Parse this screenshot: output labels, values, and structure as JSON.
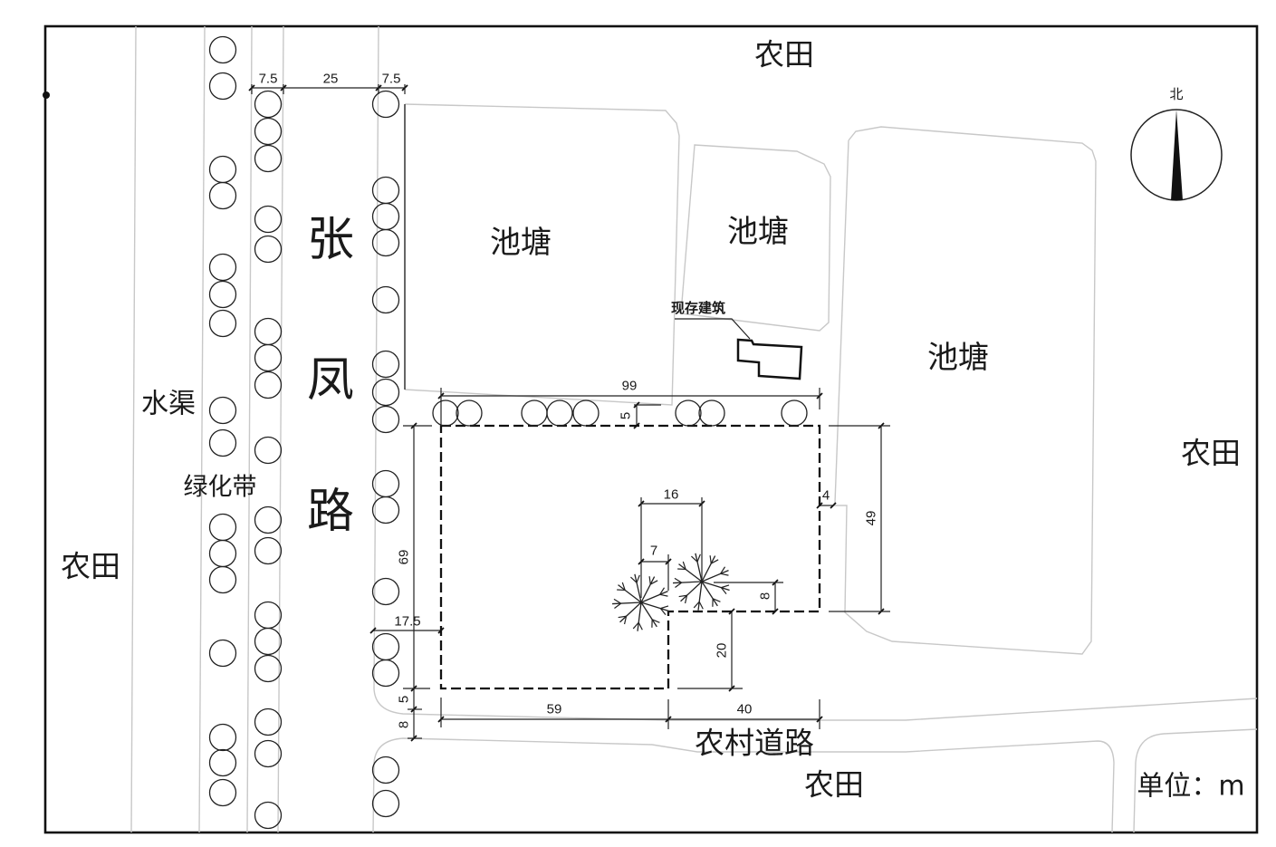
{
  "drawing": {
    "labels": {
      "farmland_north": "农田",
      "farmland_east": "农田",
      "farmland_west": "农田",
      "farmland_south": "农田",
      "rural_road": "农村道路",
      "main_road_chars": [
        "张",
        "凤",
        "路"
      ],
      "canal": "水渠",
      "green_belt": "绿化带",
      "ponds": [
        "池塘",
        "池塘",
        "池塘"
      ],
      "existing_building": "现存建筑",
      "unit": "单位：m",
      "north": "北"
    },
    "dimensions": {
      "west_green_width": "7.5",
      "road_width": "25",
      "east_green_width": "7.5",
      "site_north_length": "99",
      "north_setback": "5",
      "site_west_length": "69",
      "west_setback": "17.5",
      "south_setback": "5",
      "rural_road_width": "8",
      "site_south_west_length": "59",
      "site_south_east_length": "40",
      "notch_depth": "20",
      "tree_to_notch": "8",
      "tree_spacing_a": "16",
      "tree_spacing_b": "7",
      "east_setback": "4",
      "site_east_length": "49"
    }
  }
}
